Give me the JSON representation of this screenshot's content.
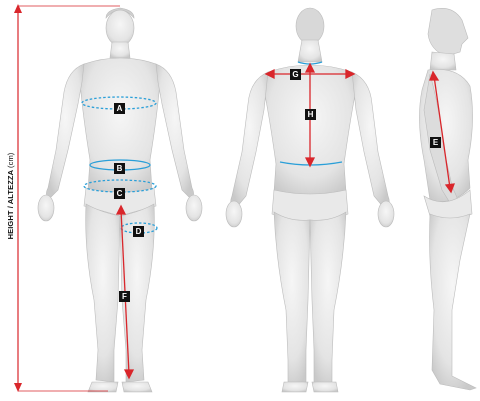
{
  "height_label": {
    "text": "HEIGHT / ALTEZZA",
    "unit": "(cm)"
  },
  "measurements": [
    {
      "id": "A",
      "name": "chest"
    },
    {
      "id": "B",
      "name": "waist"
    },
    {
      "id": "C",
      "name": "hips"
    },
    {
      "id": "D",
      "name": "thigh"
    },
    {
      "id": "F",
      "name": "inseam"
    },
    {
      "id": "G",
      "name": "shoulders"
    },
    {
      "id": "H",
      "name": "back-length"
    },
    {
      "id": "E",
      "name": "arm-length"
    }
  ],
  "colors": {
    "measure_line": "#d9262b",
    "circumference_line": "#2a9fd8",
    "label_bg": "#111111",
    "body": "#e6e6e6"
  },
  "views": [
    "front",
    "back",
    "side"
  ]
}
